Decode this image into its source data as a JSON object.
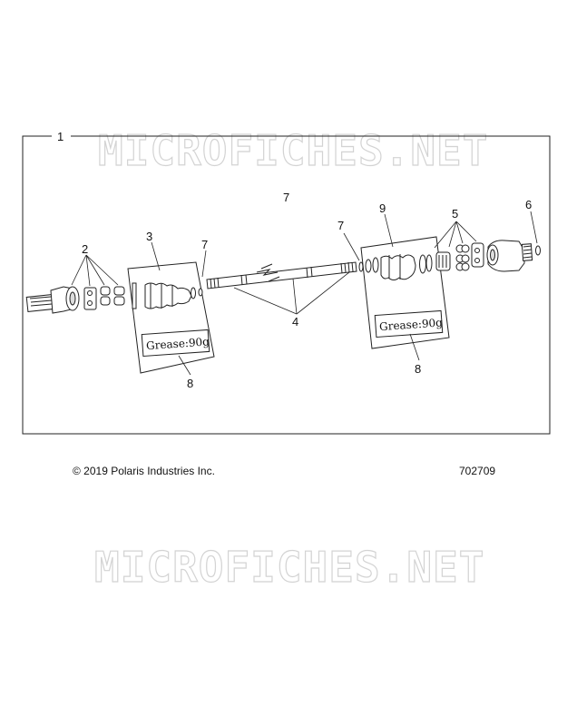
{
  "watermark": "MICROFICHES.NET",
  "callouts": {
    "c1": "1",
    "c2": "2",
    "c3": "3",
    "c4": "4",
    "c5": "5",
    "c6": "6",
    "c7a": "7",
    "c7b": "7",
    "c7c": "7",
    "c8a": "8",
    "c8b": "8",
    "c9": "9"
  },
  "notes": {
    "grease_left": "Grease:90g",
    "grease_right": "Grease:90g"
  },
  "footer": {
    "copyright": "© 2019  Polaris Industries Inc.",
    "part_number": "702709"
  }
}
